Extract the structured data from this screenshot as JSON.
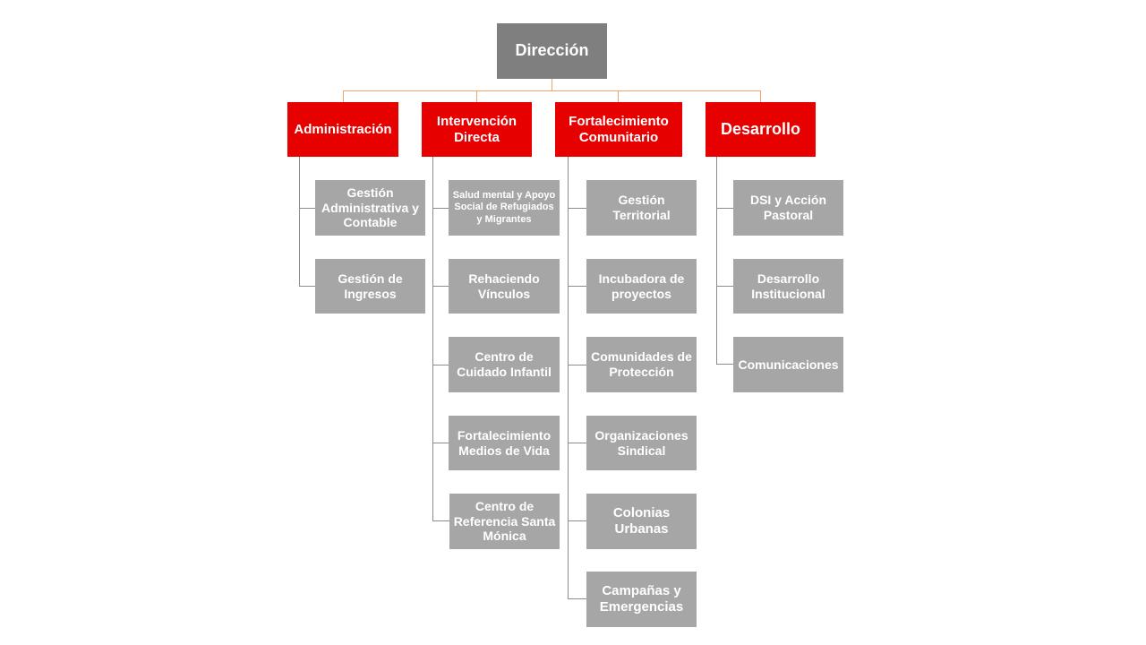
{
  "root": {
    "label": "Dirección"
  },
  "departments": [
    {
      "label": "Administración",
      "children": [
        "Gestión Administrativa y Contable",
        "Gestión de Ingresos"
      ]
    },
    {
      "label": "Intervención Directa",
      "children": [
        "Salud mental y Apoyo Social de Refugiados y Migrantes",
        "Rehaciendo Vínculos",
        "Centro de Cuidado Infantil",
        "Fortalecimiento Medios de Vida",
        "Centro de Referencia Santa Mónica"
      ]
    },
    {
      "label": "Fortalecimiento Comunitario",
      "children": [
        "Gestión Territorial",
        "Incubadora de proyectos",
        "Comunidades de Protección",
        "Organizaciones Sindical",
        "Colonias Urbanas",
        "Campañas y Emergencias"
      ]
    },
    {
      "label": "Desarrollo",
      "children": [
        "DSI y Acción Pastoral",
        "Desarrollo Institucional",
        "Comunicaciones"
      ]
    }
  ],
  "colors": {
    "root": "#7f7f7f",
    "department": "#e60000",
    "sub": "#a6a6a6",
    "connector_top": "#f2a36b",
    "connector_sub": "#8c8c8c"
  }
}
